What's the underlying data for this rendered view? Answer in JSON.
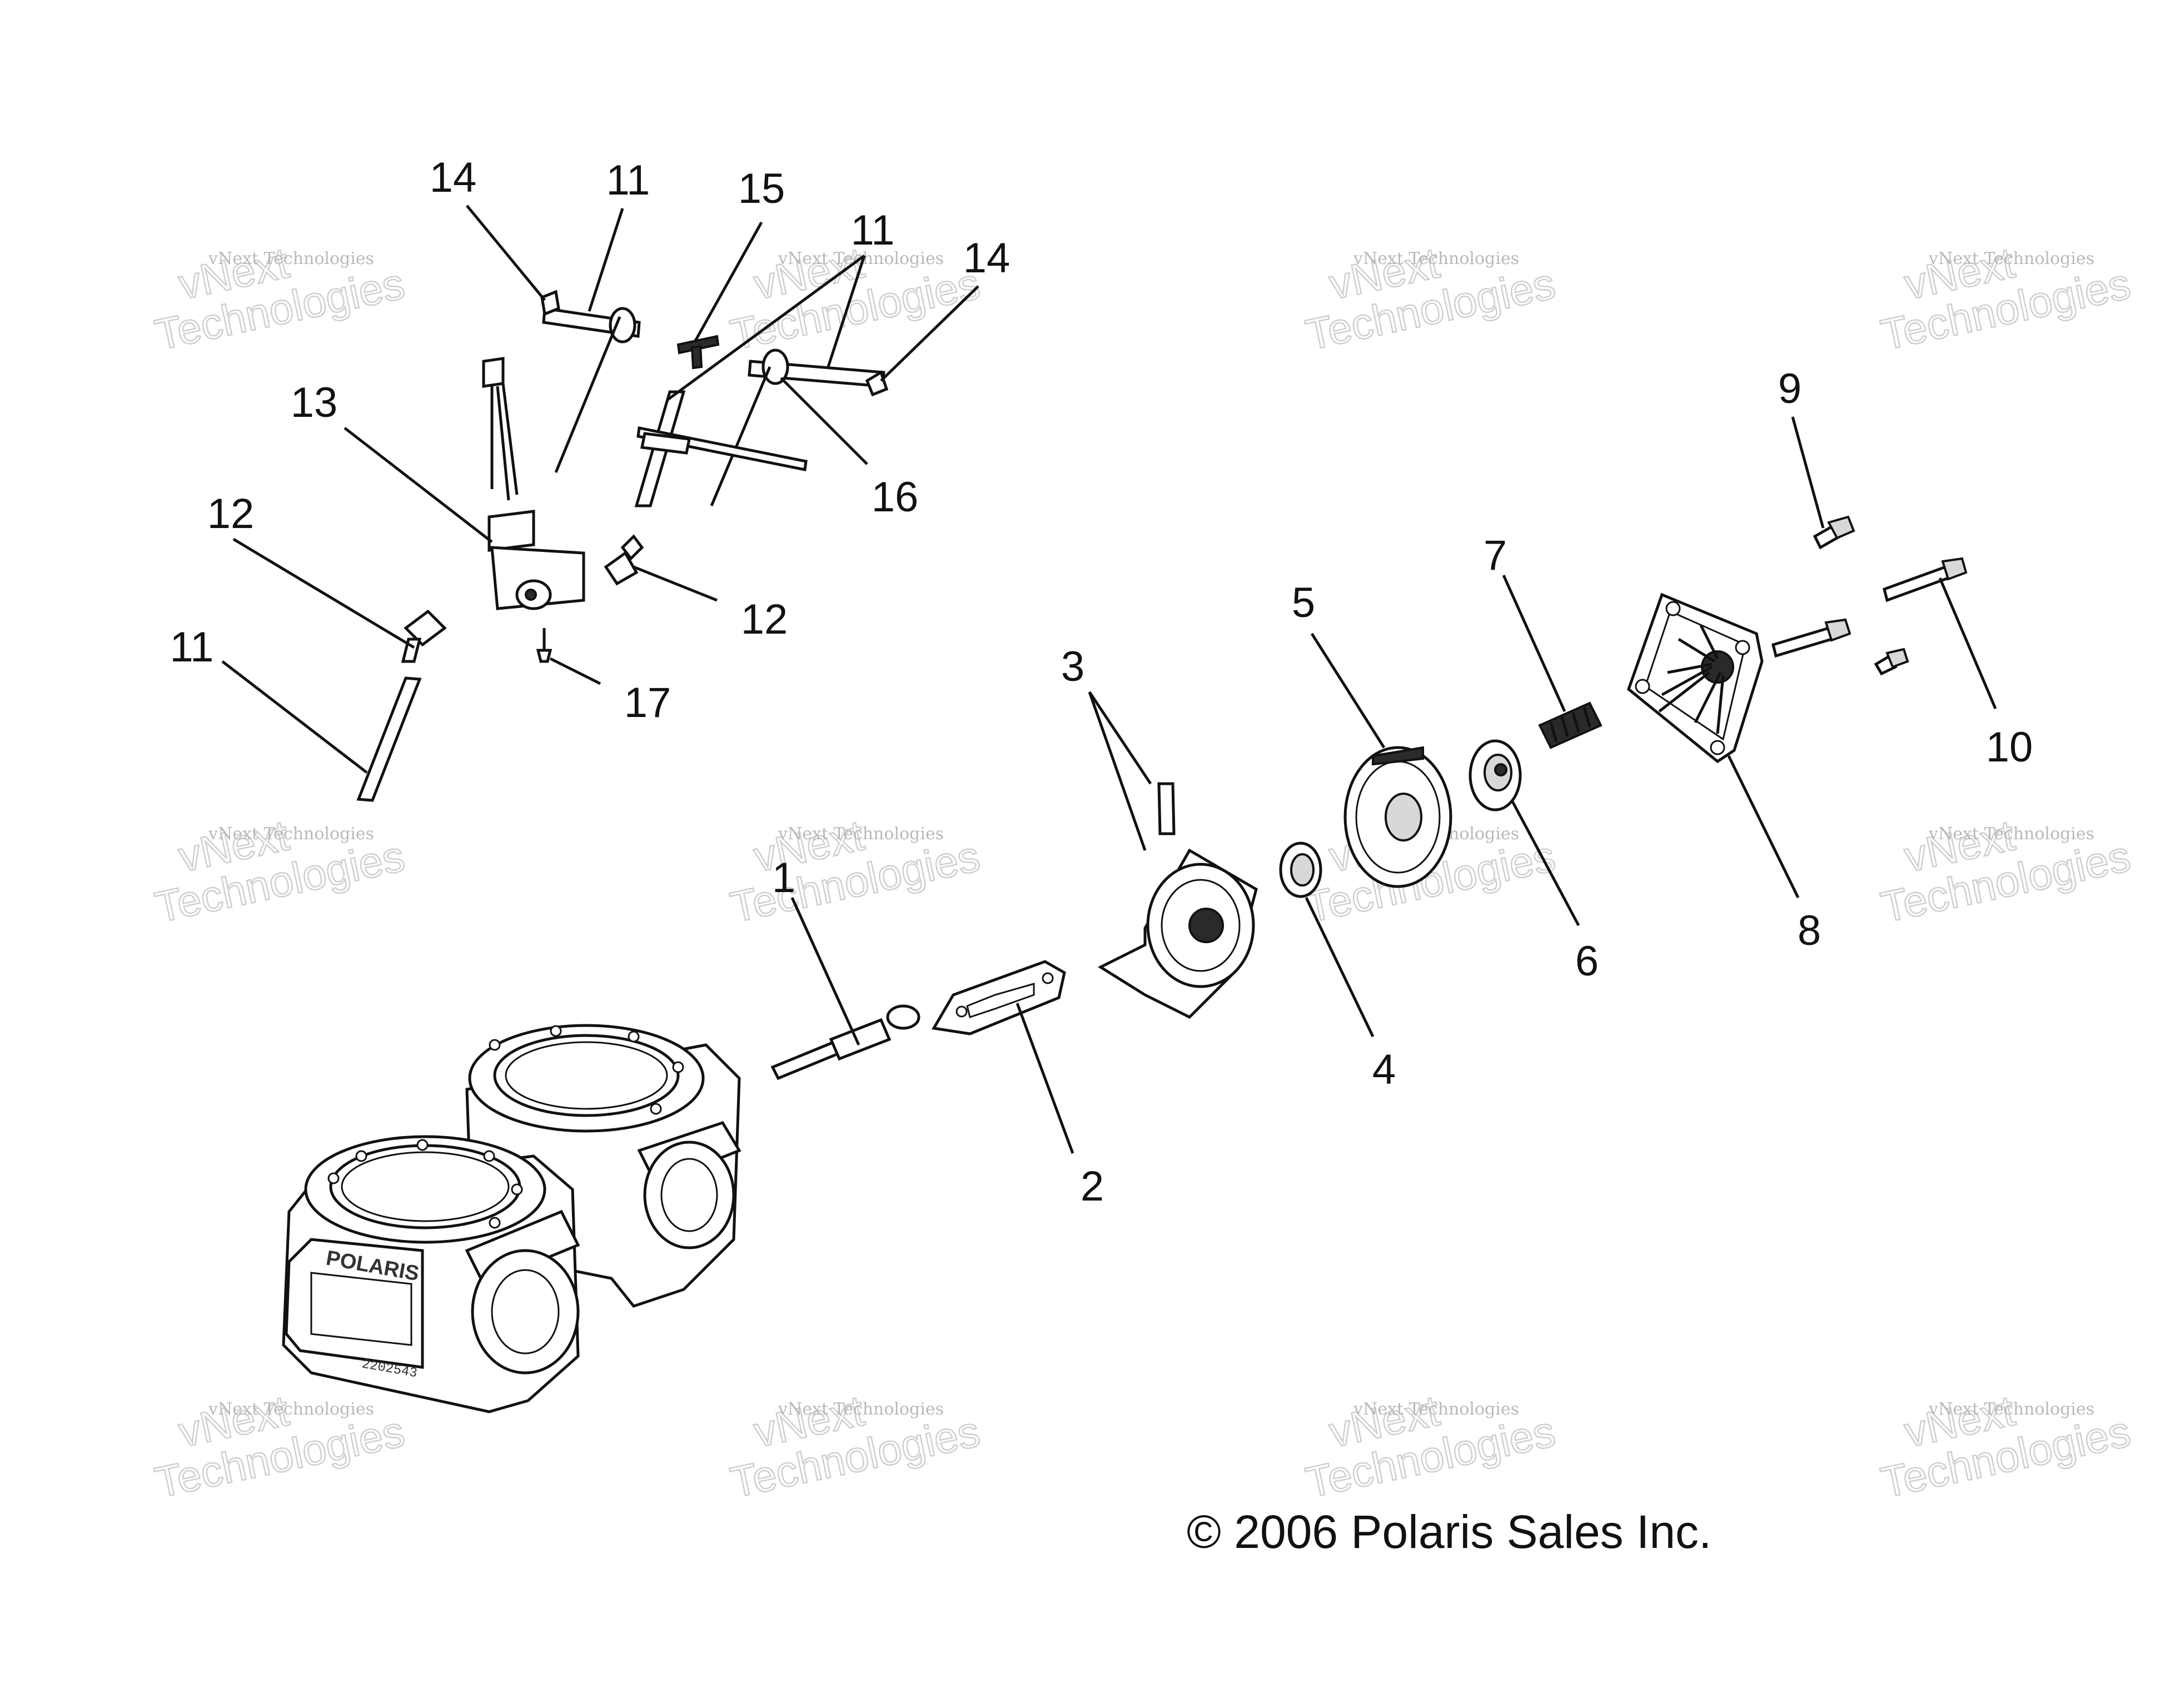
{
  "callouts": [
    "1",
    "2",
    "3",
    "4",
    "5",
    "6",
    "7",
    "8",
    "9",
    "10",
    "11",
    "11",
    "11",
    "11",
    "12",
    "12",
    "13",
    "14",
    "14",
    "15",
    "16",
    "17"
  ],
  "copyright": "© 2006 Polaris Sales Inc.",
  "watermark": {
    "company_line1": "vNext Technologies",
    "company_line2": "vNext",
    "company_line3": "Technologies"
  },
  "engraving": {
    "brand": "POLARIS",
    "part_code": "2202543"
  }
}
